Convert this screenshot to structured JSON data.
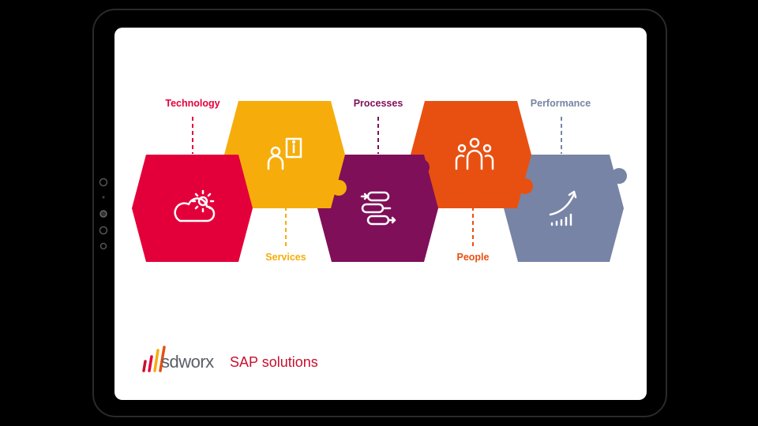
{
  "diagram": {
    "segments": [
      {
        "id": "technology",
        "label": "Technology",
        "color": "#e3003a",
        "icon": "cloud-gear-icon",
        "label_position": "top"
      },
      {
        "id": "services",
        "label": "Services",
        "color": "#f6ad0b",
        "icon": "person-info-icon",
        "label_position": "bottom"
      },
      {
        "id": "processes",
        "label": "Processes",
        "color": "#7f0f58",
        "icon": "process-flow-icon",
        "label_position": "top"
      },
      {
        "id": "people",
        "label": "People",
        "color": "#e85011",
        "icon": "people-group-icon",
        "label_position": "bottom"
      },
      {
        "id": "performance",
        "label": "Performance",
        "color": "#7884a5",
        "icon": "growth-chart-icon",
        "label_position": "top"
      }
    ]
  },
  "logo": {
    "brand": "sdworx",
    "suffix": "SAP solutions",
    "suffix_color": "#c8102e",
    "brand_color": "#5a5f66"
  },
  "colors": {
    "screen_bg": "#ffffff",
    "device_bg": "#000000",
    "connector_technology": "#e3003a",
    "connector_services": "#f6ad0b",
    "connector_processes": "#7f0f58",
    "connector_people": "#e85011",
    "connector_performance": "#7884a5"
  }
}
